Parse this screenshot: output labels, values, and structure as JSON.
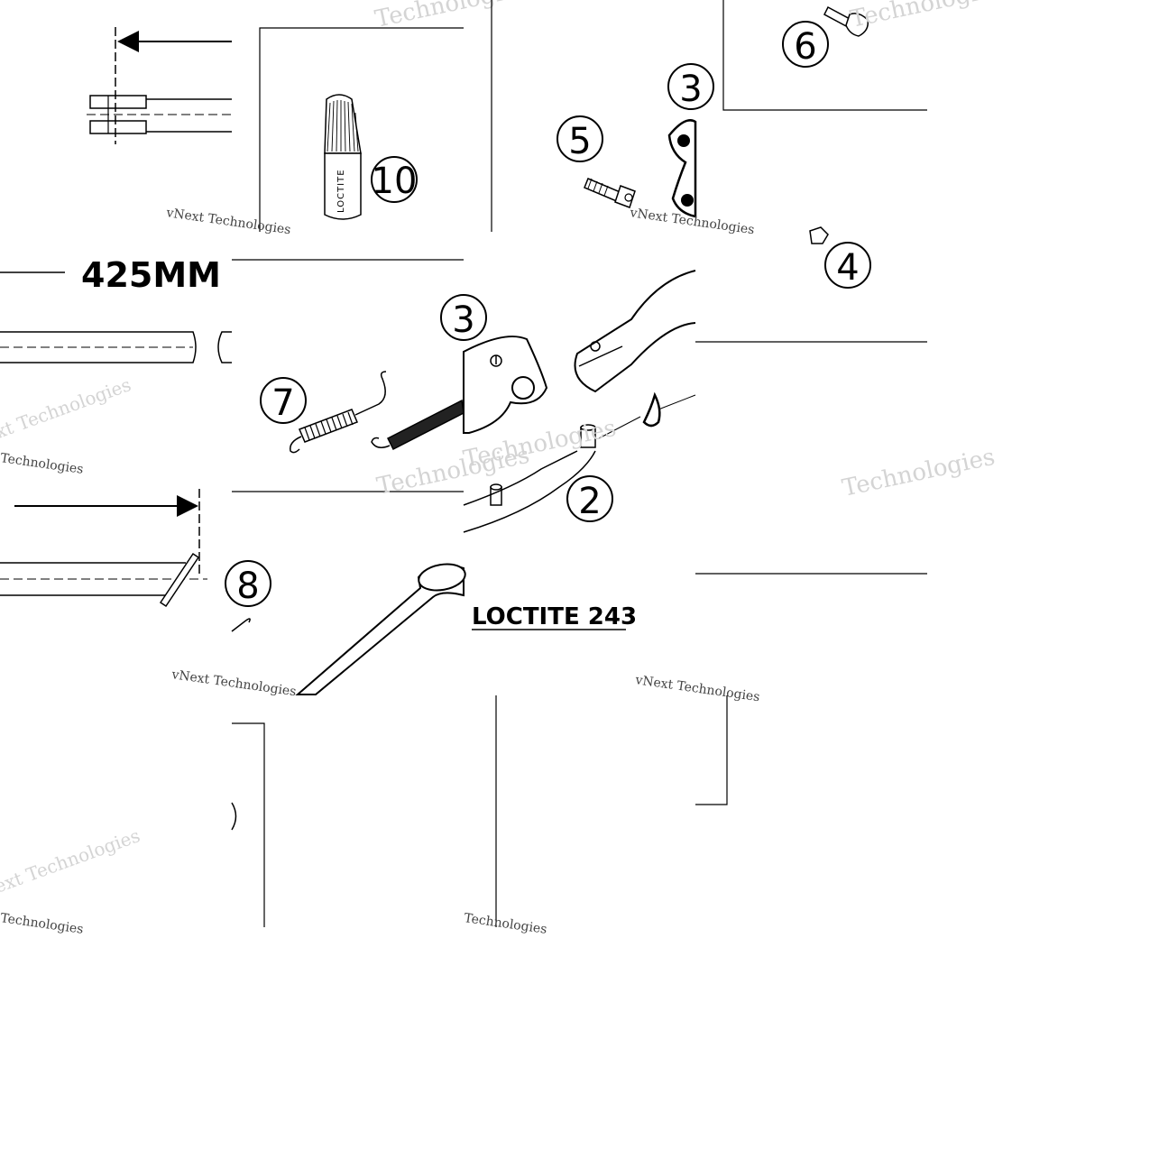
{
  "diagram": {
    "dimension_label": "425MM",
    "loctite_label": "LOCTITE 243",
    "bottle_label": "LOCTITE",
    "watermark_primary": "vNext Technologies",
    "watermark_secondary": "Technologies",
    "callouts": [
      {
        "id": "2",
        "label": "2"
      },
      {
        "id": "3",
        "label": "3"
      },
      {
        "id": "4",
        "label": "4"
      },
      {
        "id": "5",
        "label": "5"
      },
      {
        "id": "6",
        "label": "6"
      },
      {
        "id": "7",
        "label": "7"
      },
      {
        "id": "8",
        "label": "8"
      },
      {
        "id": "10",
        "label": "10"
      }
    ]
  }
}
